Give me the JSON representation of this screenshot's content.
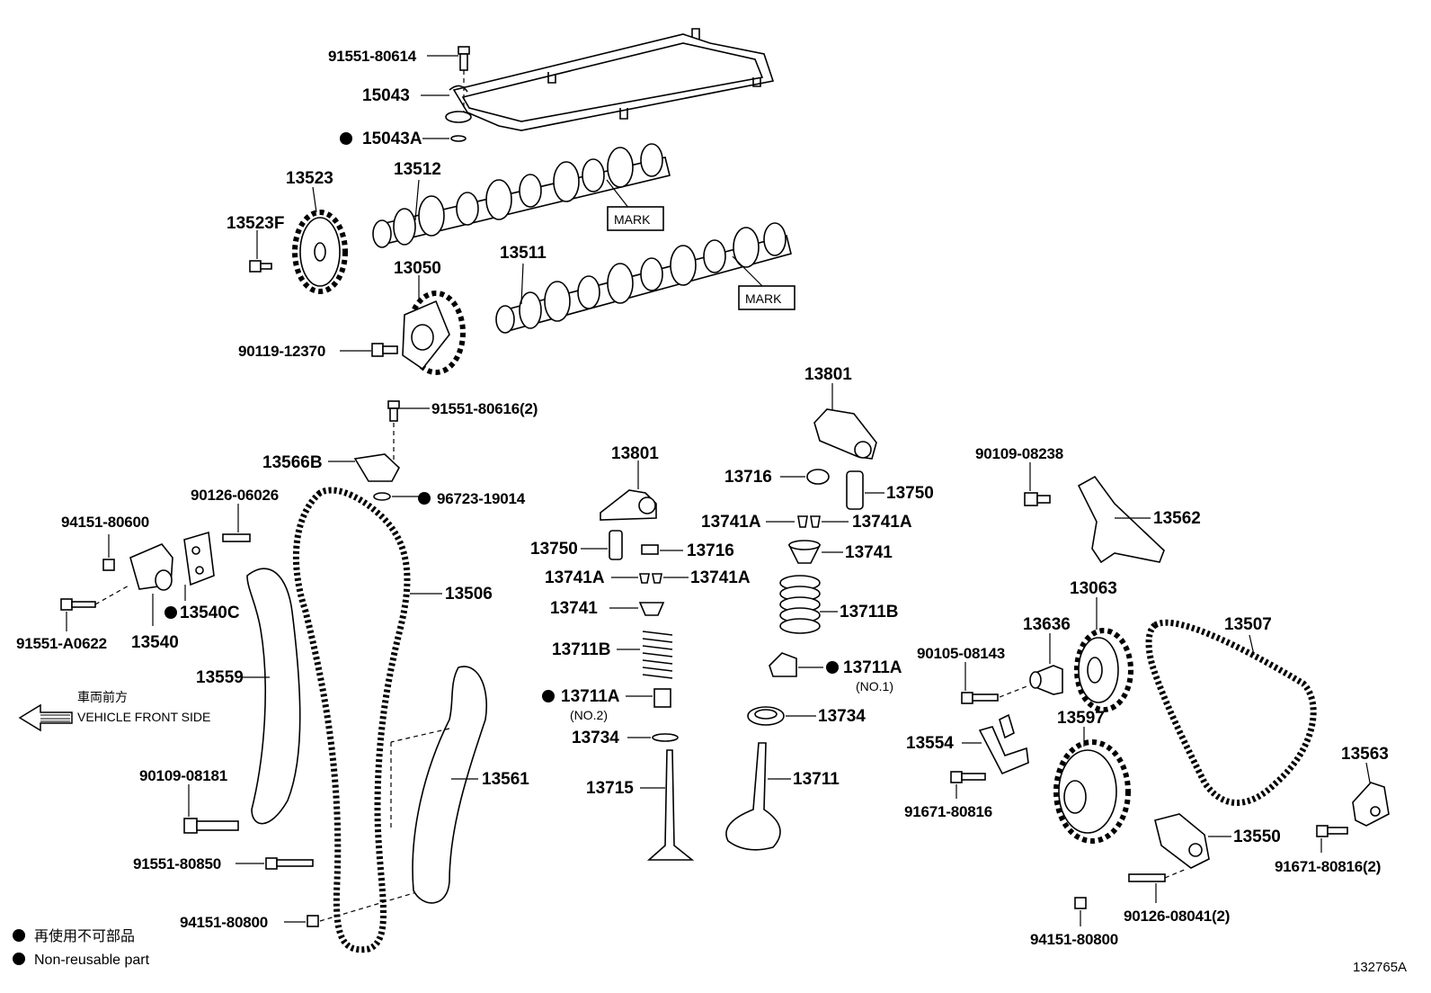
{
  "diagram": {
    "figure_id": "132765A",
    "direction_jp": "車両前方",
    "direction_en": "VEHICLE FRONT SIDE",
    "legend": {
      "jp": "再使用不可部品",
      "en": "Non-reusable part"
    },
    "mark_label": "MARK",
    "labels": {
      "p91551_80614": "91551-80614",
      "p15043": "15043",
      "p15043A": "15043A",
      "p13512": "13512",
      "p13523": "13523",
      "p13523F": "13523F",
      "p13050": "13050",
      "p13511": "13511",
      "p90119_12370": "90119-12370",
      "p91551_80616": "91551-80616(2)",
      "p13566B": "13566B",
      "p96723_19014": "96723-19014",
      "p90126_06026": "90126-06026",
      "p94151_80600": "94151-80600",
      "p91551_A0622": "91551-A0622",
      "p13540": "13540",
      "p13540C": "13540C",
      "p13506": "13506",
      "p13559": "13559",
      "p90109_08181": "90109-08181",
      "p91551_80850": "91551-80850",
      "p94151_80800_l": "94151-80800",
      "p13561": "13561",
      "p13801_a": "13801",
      "p13750_a": "13750",
      "p13716_a": "13716",
      "p13741A_a": "13741A",
      "p13741A_b": "13741A",
      "p13741_a": "13741",
      "p13711B_a": "13711B",
      "p13711A_a": "13711A",
      "no2": "(NO.2)",
      "p13734_a": "13734",
      "p13715": "13715",
      "p13801_b": "13801",
      "p13716_b": "13716",
      "p13750_b": "13750",
      "p13741A_c": "13741A",
      "p13741A_d": "13741A",
      "p13741_b": "13741",
      "p13711B_b": "13711B",
      "p13711A_b": "13711A",
      "no1": "(NO.1)",
      "p13734_b": "13734",
      "p13711": "13711",
      "p90109_08238": "90109-08238",
      "p13562": "13562",
      "p13063": "13063",
      "p13636": "13636",
      "p90105_08143": "90105-08143",
      "p13507": "13507",
      "p13597": "13597",
      "p13554": "13554",
      "p91671_80816": "91671-80816",
      "p13563": "13563",
      "p13550": "13550",
      "p91671_80816_2": "91671-80816(2)",
      "p90126_08041": "90126-08041(2)",
      "p94151_80800_r": "94151-80800"
    }
  }
}
